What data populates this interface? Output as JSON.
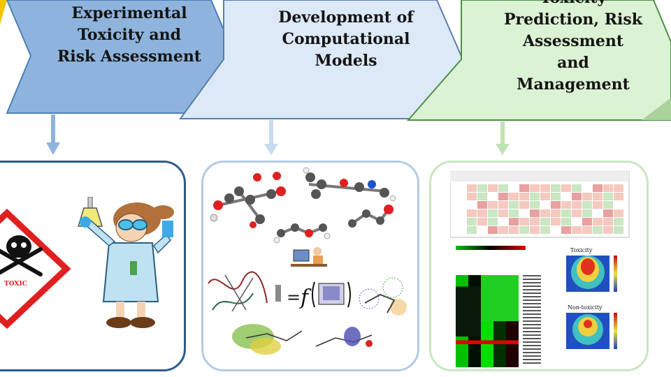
{
  "stages": [
    {
      "lines": [
        "Experimental",
        "Toxicity and",
        "Risk Assessment"
      ]
    },
    {
      "lines": [
        "Development of",
        "Computational",
        "Models"
      ]
    },
    {
      "lines": [
        "Toxicity",
        "Prediction, Risk",
        "Assessment",
        "and",
        "Management"
      ]
    }
  ],
  "hazard_label": "TOXIC",
  "formula": {
    "lhs": "=",
    "fn": "f"
  },
  "heatmaps": [
    {
      "title": "Toxicity"
    },
    {
      "title": "Non-toxicity"
    }
  ],
  "colors": {
    "stage1": "#8eb4dd",
    "stage2": "#dce9f7",
    "stage3": "#dcf2d4",
    "stage4": "#a9d39b",
    "panel1_border": "#2e5a8c",
    "panel2_border": "#b3cce6",
    "panel3_border": "#c9e6c0",
    "hazard_red": "#e02020"
  }
}
